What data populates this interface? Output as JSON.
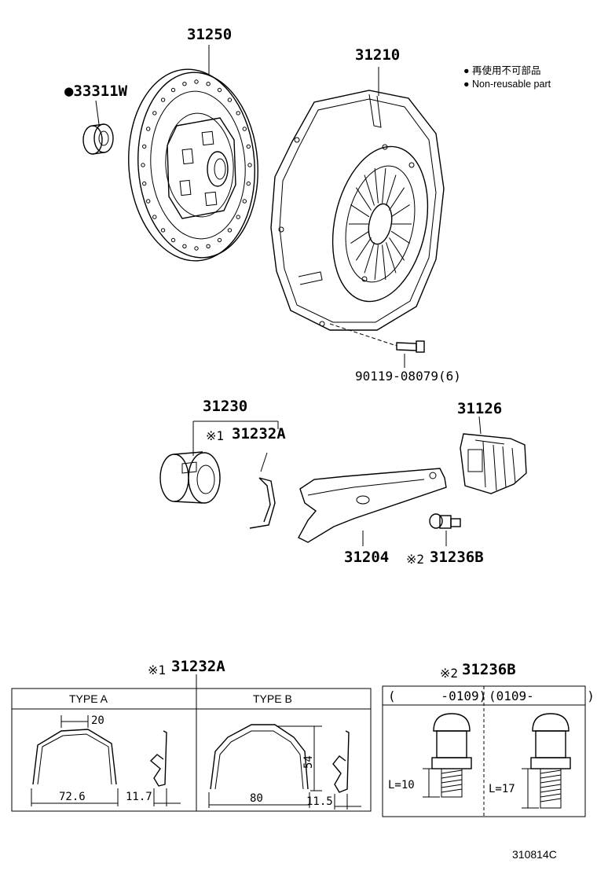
{
  "legend": {
    "mark_jp": "● 再使用不可部品",
    "mark_en": "● Non-reusable part"
  },
  "parts": {
    "disc": "31250",
    "bearing": "●33311W",
    "cover": "31210",
    "bolt": "90119-08079(6)",
    "release_bearing": "31230",
    "clip": "31232A",
    "clip_ref": "※1",
    "boot": "31126",
    "fork": "31204",
    "pivot": "31236B",
    "pivot_ref": "※2"
  },
  "clip_detail": {
    "ref": "※1",
    "part": "31232A",
    "type_a": {
      "title": "TYPE  A",
      "dim_top": "20",
      "dim_width": "72.6",
      "dim_side": "11.7"
    },
    "type_b": {
      "title": "TYPE  B",
      "dim_height": "54",
      "dim_width": "80",
      "dim_side": "11.5"
    }
  },
  "pivot_detail": {
    "ref": "※2",
    "part": "31236B",
    "col1": {
      "range": "(      -0109)",
      "length": "L=10"
    },
    "col2": {
      "range": "(0109-       )",
      "length": "L=17"
    }
  },
  "drawing_number": "310814C"
}
